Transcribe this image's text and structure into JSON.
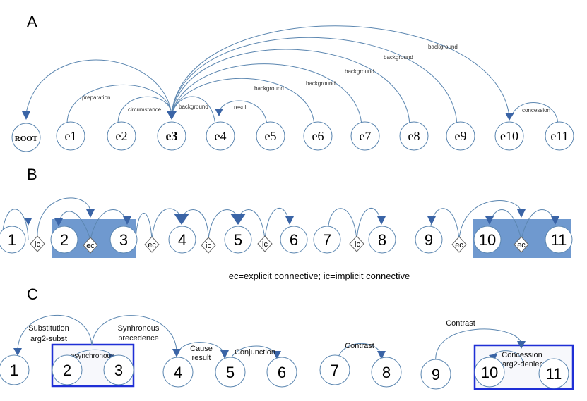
{
  "panels": {
    "a": "A",
    "b": "B",
    "c": "C"
  },
  "panel_a": {
    "nodes": [
      "ROOT",
      "e1",
      "e2",
      "e3",
      "e4",
      "e5",
      "e6",
      "e7",
      "e8",
      "e9",
      "e10",
      "e11"
    ],
    "relations": [
      "preparation",
      "circumstance",
      "background",
      "result",
      "background",
      "background",
      "background",
      "background",
      "background",
      "concession"
    ]
  },
  "panel_b": {
    "nodes": [
      "1",
      "2",
      "3",
      "4",
      "5",
      "6",
      "7",
      "8",
      "9",
      "10",
      "11"
    ],
    "connectives": [
      "ic",
      "ec",
      "ec",
      "ic",
      "ic",
      "ic",
      "ec",
      "ec"
    ],
    "legend": "ec=explicit connective; ic=implicit connective"
  },
  "panel_c": {
    "nodes": [
      "1",
      "2",
      "3",
      "4",
      "5",
      "6",
      "7",
      "8",
      "9",
      "10",
      "11"
    ],
    "relations": [
      {
        "line1": "Substitution",
        "line2": "arg2-subst"
      },
      {
        "line1": "Synhronous",
        "line2": "precedence"
      },
      {
        "line1": "asynchronous",
        "line2": ""
      },
      {
        "line1": "Cause",
        "line2": "result"
      },
      {
        "line1": "Conjunction",
        "line2": ""
      },
      {
        "line1": "Contrast",
        "line2": ""
      },
      {
        "line1": "Contrast",
        "line2": ""
      },
      {
        "line1": "Concession",
        "line2": "arg2-denier"
      }
    ]
  },
  "colors": {
    "arc": "#5b86b0",
    "arrow": "#3a64a6",
    "highlight": "#6f99cf",
    "box": "#1f2fd6"
  }
}
